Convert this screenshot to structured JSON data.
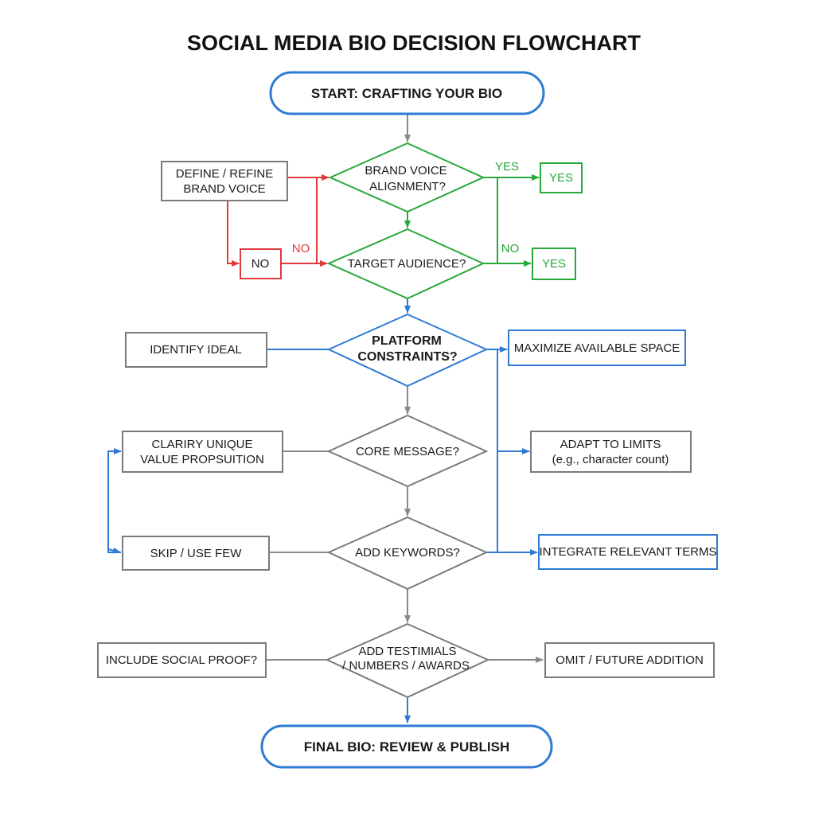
{
  "title": "SOCIAL MEDIA BIO DECISION FLOWCHART",
  "colors": {
    "blue": "#2f7bd3",
    "green": "#27a83a",
    "red": "#e03a3a",
    "gray": "#8a8a8a",
    "dark_text": "#1a1a1a"
  },
  "nodes": {
    "start": {
      "text": "START: CRAFTING YOUR BIO"
    },
    "brand_voice": {
      "line1": "BRAND VOICE",
      "line2": "ALIGNMENT?"
    },
    "define_refine": {
      "line1": "DEFINE / REFINE",
      "line2": "BRAND VOICE"
    },
    "yes_top": {
      "text": "YES"
    },
    "no_box": {
      "text": "NO"
    },
    "target_audience": {
      "text": "TARGET AUDIENCE?"
    },
    "yes_mid": {
      "text": "YES"
    },
    "platform": {
      "line1": "PLATFORM",
      "line2": "CONSTRAINTS?"
    },
    "identify_ideal": {
      "text": "IDENTIFY IDEAL"
    },
    "maximize": {
      "text": "MAXIMIZE AVAILABLE SPACE"
    },
    "core_message": {
      "text": "CORE MESSAGE?"
    },
    "clarify": {
      "line1": "CLARIRY UNIQUE",
      "line2": "VALUE PROPSUITION"
    },
    "adapt": {
      "line1": "ADAPT TO LIMITS",
      "line2": "(e.g., character count)"
    },
    "add_keywords": {
      "text": "ADD KEYWORDS?"
    },
    "skip": {
      "text": "SKIP / USE FEW"
    },
    "integrate": {
      "text": "INTEGRATE RELEVANT TERMS"
    },
    "testimonials": {
      "line1": "ADD TESTIMIALS",
      "line2": "/ NUMBERS / AWARDS"
    },
    "social_proof": {
      "text": "INCLUDE SOCIAL PROOF?"
    },
    "omit": {
      "text": "OMIT / FUTURE ADDITION"
    },
    "final": {
      "text": "FINAL BIO: REVIEW & PUBLISH"
    }
  },
  "edge_labels": {
    "yes": "YES",
    "no_green": "NO",
    "no_red": "NO"
  }
}
